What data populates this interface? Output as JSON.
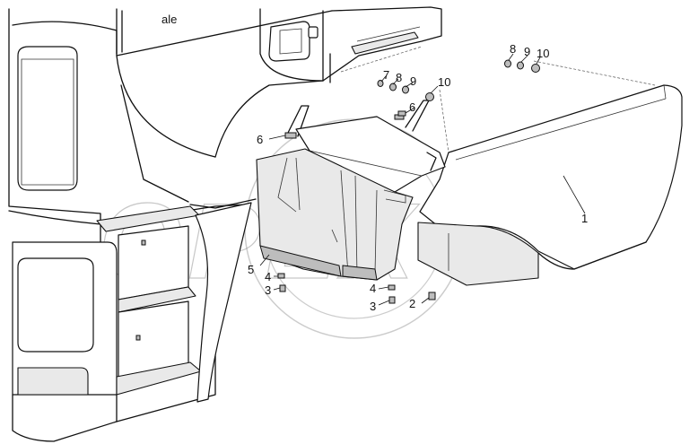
{
  "watermark": "OPEX",
  "cab_logo_text": "ale",
  "corner_mark": "",
  "labels": [
    {
      "id": "l-1",
      "text": "1"
    },
    {
      "id": "l-2",
      "text": "2"
    },
    {
      "id": "l-3a",
      "text": "3"
    },
    {
      "id": "l-3b",
      "text": "3"
    },
    {
      "id": "l-4a",
      "text": "4"
    },
    {
      "id": "l-4b",
      "text": "4"
    },
    {
      "id": "l-5",
      "text": "5"
    },
    {
      "id": "l-6a",
      "text": "6"
    },
    {
      "id": "l-6b",
      "text": "6"
    },
    {
      "id": "l-7",
      "text": "7"
    },
    {
      "id": "l-8a",
      "text": "8"
    },
    {
      "id": "l-8b",
      "text": "8"
    },
    {
      "id": "l-9a",
      "text": "9"
    },
    {
      "id": "l-9b",
      "text": "9"
    },
    {
      "id": "l-10a",
      "text": "10"
    },
    {
      "id": "l-10b",
      "text": "10"
    }
  ]
}
